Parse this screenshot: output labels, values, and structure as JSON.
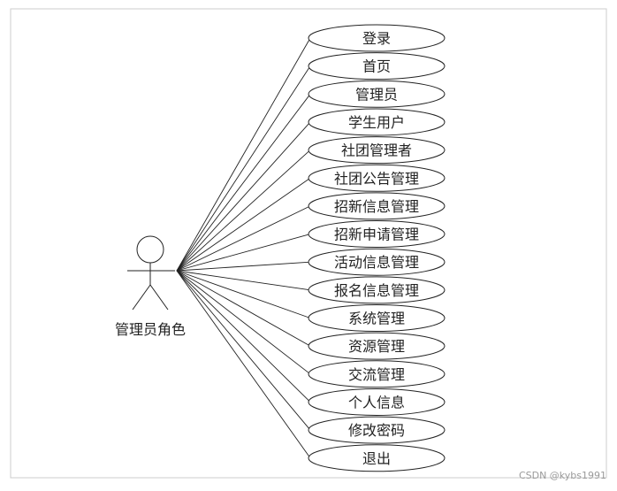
{
  "actor": {
    "label": "管理员角色"
  },
  "use_cases": [
    {
      "label": "登录"
    },
    {
      "label": "首页"
    },
    {
      "label": "管理员"
    },
    {
      "label": "学生用户"
    },
    {
      "label": "社团管理者"
    },
    {
      "label": "社团公告管理"
    },
    {
      "label": "招新信息管理"
    },
    {
      "label": "招新申请管理"
    },
    {
      "label": "活动信息管理"
    },
    {
      "label": "报名信息管理"
    },
    {
      "label": "系统管理"
    },
    {
      "label": "资源管理"
    },
    {
      "label": "交流管理"
    },
    {
      "label": "个人信息"
    },
    {
      "label": "修改密码"
    },
    {
      "label": "退出"
    }
  ],
  "watermark": "CSDN @kybs1991",
  "colors": {
    "border": "#cccccc",
    "stroke": "#222222",
    "ellipse_fill": "#ffffff",
    "watermark": "#9a9a9a"
  }
}
